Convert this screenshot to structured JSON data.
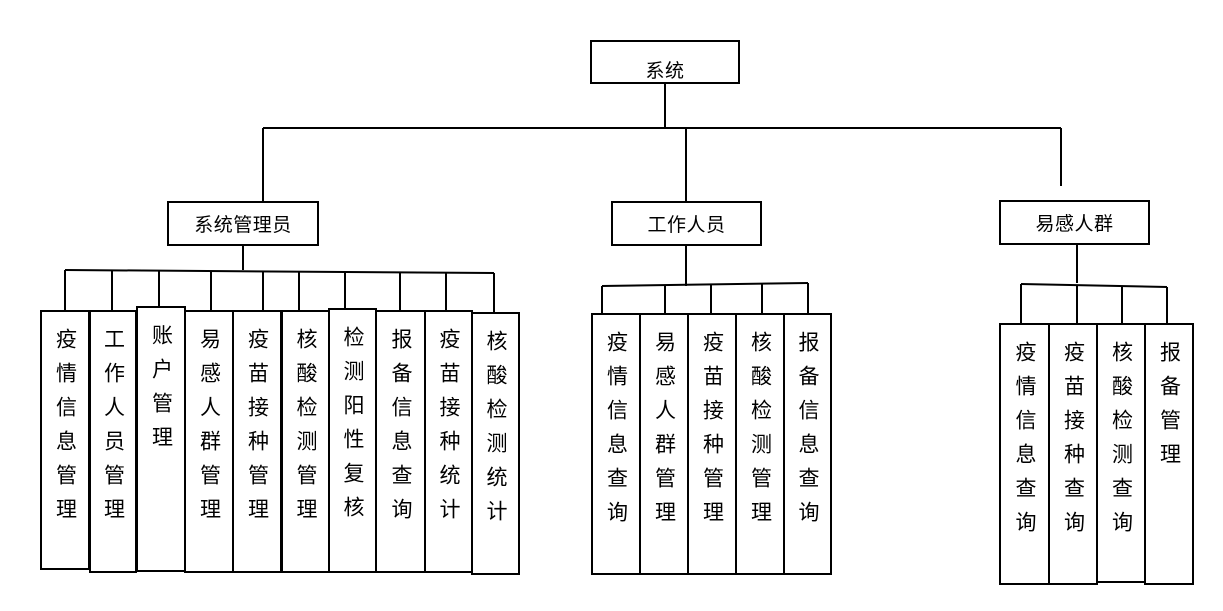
{
  "root": {
    "label": "系统"
  },
  "groups": [
    {
      "label": "系统管理员",
      "modules": [
        "疫情信息管理",
        "工作人员管理",
        "账户管理",
        "易感人群管理",
        "疫苗接种管理",
        "核酸检测管理",
        "检测阳性复核",
        "报备信息查询",
        "疫苗接种统计",
        "核酸检测统计"
      ]
    },
    {
      "label": "工作人员",
      "modules": [
        "疫情信息查询",
        "易感人群管理",
        "疫苗接种管理",
        "核酸检测管理",
        "报备信息查询"
      ]
    },
    {
      "label": "易感人群",
      "modules": [
        "疫情信息查询",
        "疫苗接种查询",
        "核酸检测查询",
        "报备管理"
      ]
    }
  ]
}
